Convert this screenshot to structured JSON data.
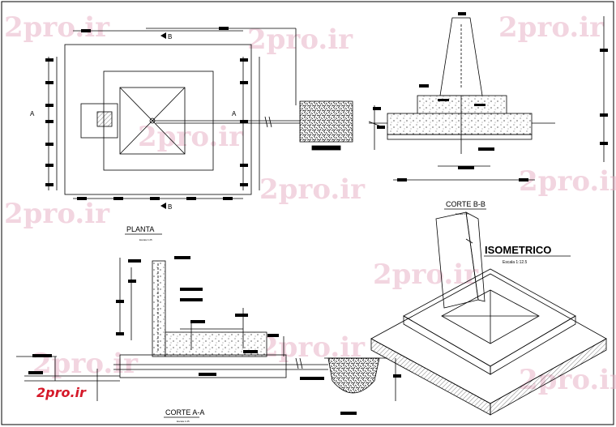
{
  "watermark": {
    "text": "2pro.ir",
    "color": "#e9b3c7"
  },
  "logo": {
    "text": "2pro.ir",
    "color": "#d51a2a"
  },
  "views": {
    "planta": {
      "title": "PLANTA",
      "scale": "Escala 1:25"
    },
    "corte_bb": {
      "title": "CORTE B-B",
      "scale": "Escala 1:25"
    },
    "corte_aa": {
      "title": "CORTE A-A",
      "scale": "Escala 1:25"
    },
    "isometrico": {
      "title": "ISOMETRICO",
      "scale": "Escala 1:12.5"
    }
  },
  "section_marks": {
    "a": "A",
    "b": "B"
  },
  "colors": {
    "line": "#000000",
    "paper": "#ffffff",
    "frame": "#000000"
  }
}
